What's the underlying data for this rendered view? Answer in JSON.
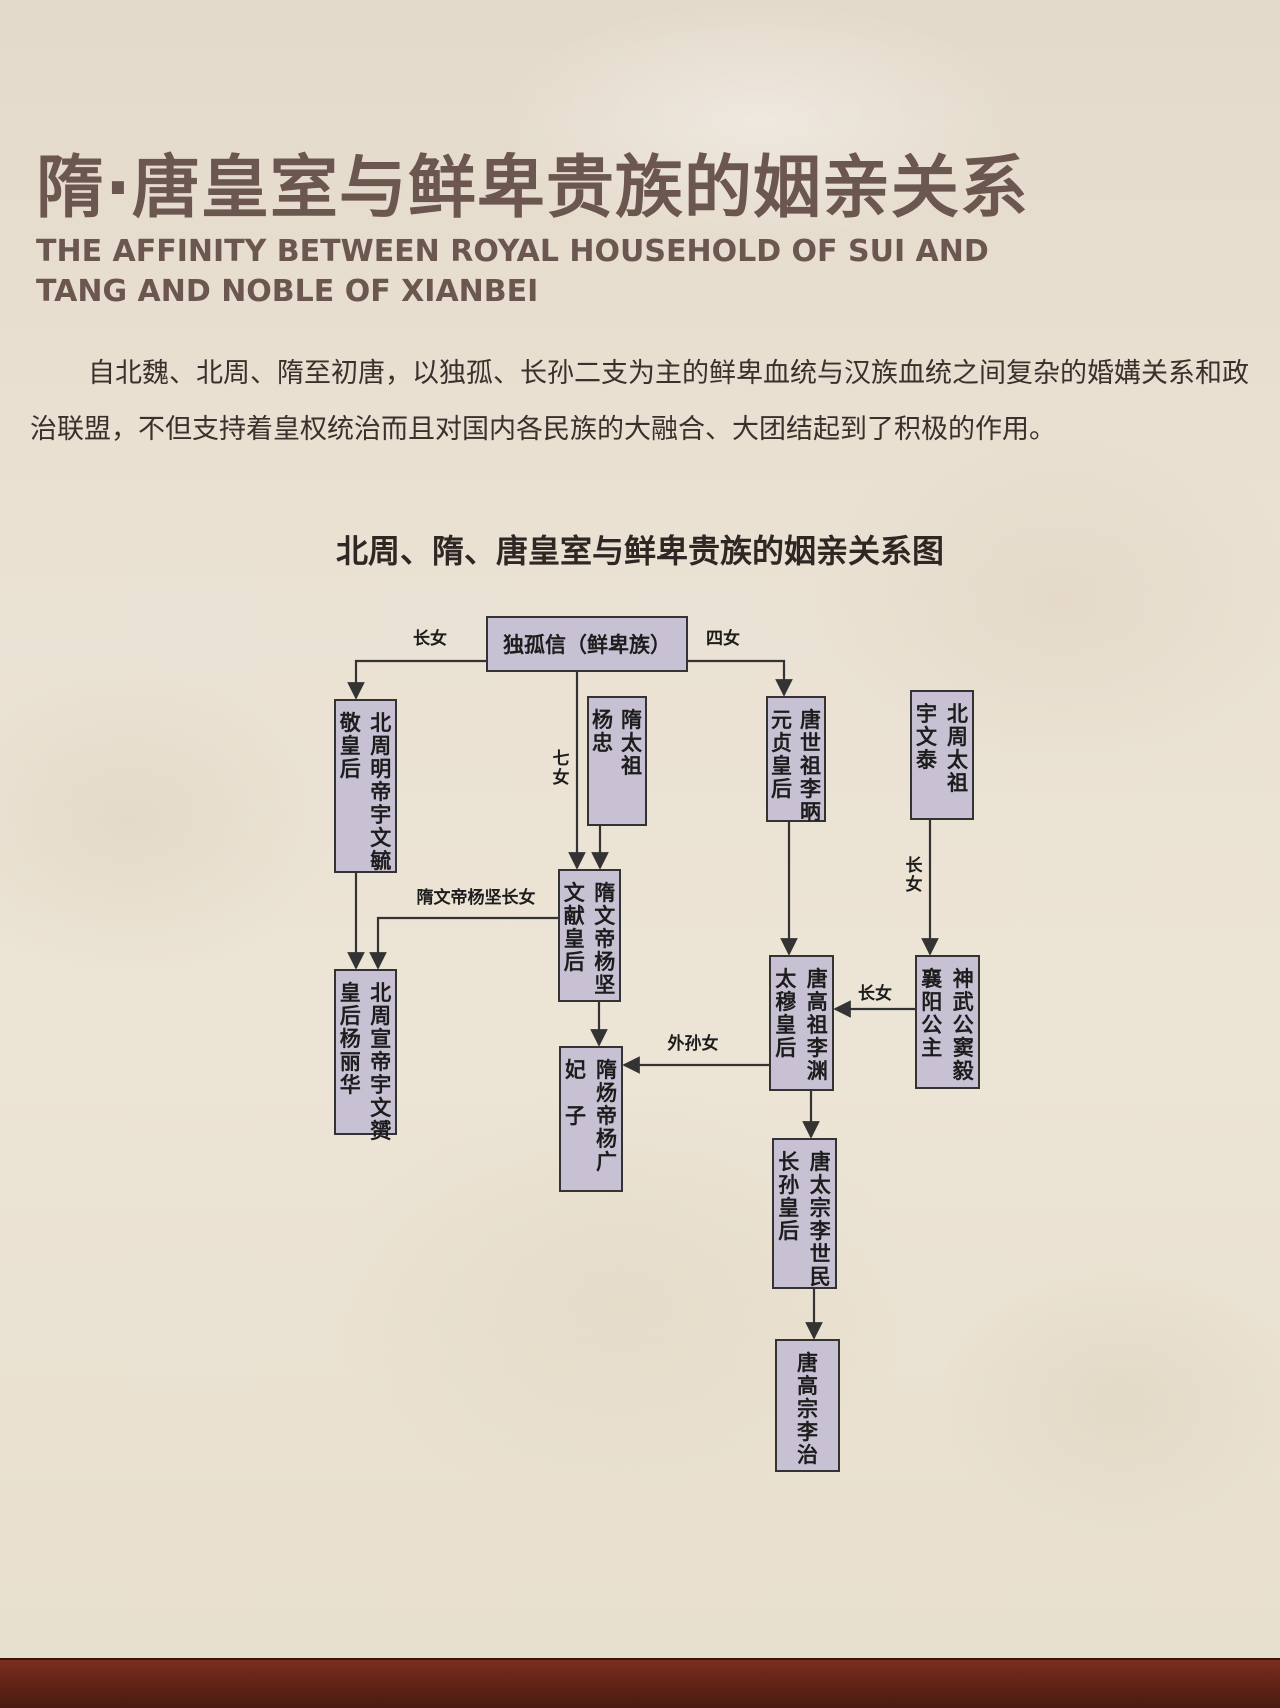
{
  "title_zh": "隋·唐皇室与鲜卑贵族的姻亲关系",
  "title_en_lines": [
    "THE AFFINITY BETWEEN ROYAL HOUSEHOLD OF SUI AND",
    "TANG AND NOBLE OF XIANBEI"
  ],
  "intro": "自北魏、北周、隋至初唐，以独孤、长孙二支为主的鲜卑血统与汉族血统之间复杂的婚媾关系和政治联盟，不但支持着皇权统治而且对国内各民族的大融合、大团结起到了积极的作用。",
  "chart_title": "北周、隋、唐皇室与鲜卑贵族的姻亲关系图",
  "colors": {
    "box_fill": "#c7c1d3",
    "line": "#333333",
    "title": "#6b5650",
    "frame": "#5d2216"
  },
  "nodes": [
    {
      "id": "dugu",
      "columns": [
        "独孤信（鲜卑族）"
      ],
      "orientation": "horizontal"
    },
    {
      "id": "zhou_mingdi",
      "columns": [
        "北周明帝宇文毓",
        "敬皇后"
      ]
    },
    {
      "id": "yang_zhong",
      "columns": [
        "隋太祖",
        "杨忠"
      ]
    },
    {
      "id": "yuan_zhen",
      "columns": [
        "唐世祖李昞",
        "元贞皇后"
      ]
    },
    {
      "id": "yuwen_tai",
      "columns": [
        "北周太祖",
        "宇文泰"
      ]
    },
    {
      "id": "sui_wendi",
      "columns": [
        "隋文帝杨坚",
        "文献皇后"
      ]
    },
    {
      "id": "zhou_xuandi",
      "columns": [
        "北周宣帝宇文赟",
        "皇后杨丽华"
      ]
    },
    {
      "id": "dou_yi",
      "columns": [
        "神武公窦毅",
        "襄阳公主"
      ]
    },
    {
      "id": "li_yuan",
      "columns": [
        "唐高祖李渊",
        "太穆皇后"
      ]
    },
    {
      "id": "sui_yangdi",
      "columns": [
        "隋炀帝杨广",
        "妃　子"
      ]
    },
    {
      "id": "taizong",
      "columns": [
        "唐太宗李世民",
        "长孙皇后"
      ]
    },
    {
      "id": "gaozong",
      "columns": [
        "唐高宗李治"
      ]
    }
  ],
  "edges": [
    {
      "from": "dugu",
      "to": "zhou_mingdi",
      "label": "长女"
    },
    {
      "from": "dugu",
      "to": "yuan_zhen",
      "label": "四女"
    },
    {
      "from": "dugu",
      "to": "sui_wendi",
      "label": "七女"
    },
    {
      "from": "yang_zhong",
      "to": "sui_wendi",
      "label": ""
    },
    {
      "from": "zhou_mingdi",
      "to": "zhou_xuandi",
      "label": ""
    },
    {
      "from": "sui_wendi",
      "to": "zhou_xuandi",
      "label": "隋文帝杨坚长女"
    },
    {
      "from": "sui_wendi",
      "to": "sui_yangdi",
      "label": ""
    },
    {
      "from": "yuan_zhen",
      "to": "li_yuan",
      "label": ""
    },
    {
      "from": "yuwen_tai",
      "to": "dou_yi",
      "label": "长女"
    },
    {
      "from": "dou_yi",
      "to": "li_yuan",
      "label": "长女"
    },
    {
      "from": "li_yuan",
      "to": "sui_yangdi",
      "label": "外孙女"
    },
    {
      "from": "li_yuan",
      "to": "taizong",
      "label": ""
    },
    {
      "from": "taizong",
      "to": "gaozong",
      "label": ""
    }
  ]
}
